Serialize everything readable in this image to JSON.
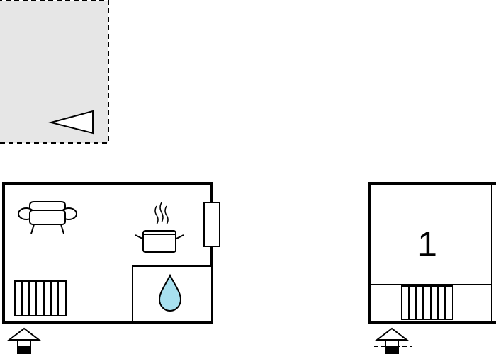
{
  "floorplan": {
    "rooms": [
      {
        "id": "terrace",
        "kind": "outdoor-terrace"
      },
      {
        "id": "living-room",
        "kind": "living-kitchen",
        "fixtures": [
          "sofa",
          "cooking-pot",
          "radiator",
          "window",
          "bathroom"
        ]
      },
      {
        "id": "bedroom-1",
        "kind": "bedroom",
        "label": "1",
        "fixtures": [
          "radiator"
        ]
      }
    ],
    "entrances": 2
  },
  "colors": {
    "wall": "#000000",
    "terrace_fill": "#e6e6e6",
    "water_drop": "#a8e0ef",
    "background": "#ffffff"
  },
  "icons": [
    "view-direction-icon",
    "sofa-icon",
    "cooking-pot-icon",
    "steam-icon",
    "water-drop-icon",
    "radiator-icon",
    "entrance-arrow-icon"
  ]
}
